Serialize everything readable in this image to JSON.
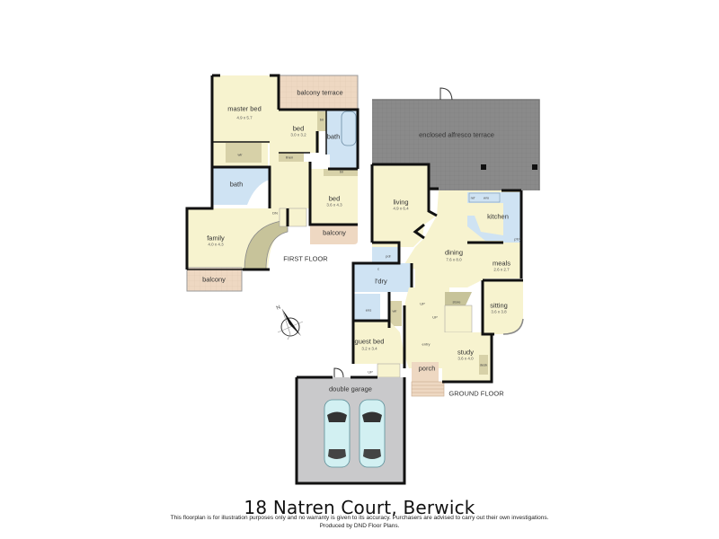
{
  "title": "18 Natren Court, Berwick",
  "disclaimer": {
    "line1": "This floorplan is for illustration purposes only and no warranty is given to its accuracy. Purchasers are advised to carry out their own investigations.",
    "line2": "Produced by DND Floor Plans."
  },
  "colors": {
    "room": "#f7f3cf",
    "wet": "#cfe3f3",
    "balcony": "#eed8c2",
    "terrace": "#8a8a8a",
    "garage": "#c9c9cb",
    "storage": "#d7d1a8",
    "wall": "#111111"
  },
  "first_floor": {
    "label": "FIRST FLOOR",
    "rooms": {
      "master_bed": {
        "name": "master bed",
        "dims": "4.9 x 5.7"
      },
      "balcony_terrace": {
        "name": "balcony terrace"
      },
      "bed1": {
        "name": "bed",
        "dims": "3.0 x 3.2"
      },
      "bath1": {
        "name": "bath"
      },
      "bir1": {
        "name": "bir"
      },
      "wir": {
        "name": "wir"
      },
      "linen": {
        "name": "linen"
      },
      "bath2": {
        "name": "bath"
      },
      "bir2": {
        "name": "bir"
      },
      "bed2": {
        "name": "bed",
        "dims": "3.6 x 4.3"
      },
      "dn": {
        "name": "DN"
      },
      "family": {
        "name": "family",
        "dims": "4.0 x 4.3"
      },
      "balcony1": {
        "name": "balcony"
      },
      "balcony2": {
        "name": "balcony"
      }
    }
  },
  "ground_floor": {
    "label": "GROUND FLOOR",
    "rooms": {
      "alfresco": {
        "name": "enclosed alfresco terrace"
      },
      "living": {
        "name": "living",
        "dims": "4.9 x 6.4"
      },
      "kitchen": {
        "name": "kitchen"
      },
      "ref": {
        "name": "ref"
      },
      "wo": {
        "name": "w/o"
      },
      "pantry": {
        "name": "p'try"
      },
      "dining": {
        "name": "dining",
        "dims": "7.6 x 8.0"
      },
      "meals": {
        "name": "meals",
        "dims": "2.6 x 2.7"
      },
      "pdr": {
        "name": "pdr"
      },
      "ldry": {
        "name": "l'dry"
      },
      "c": {
        "name": "c"
      },
      "ens": {
        "name": "ens"
      },
      "wir": {
        "name": "wir"
      },
      "store": {
        "name": "store"
      },
      "sitting": {
        "name": "sitting",
        "dims": "3.6 x 3.8"
      },
      "up1": {
        "name": "UP"
      },
      "up2": {
        "name": "UP"
      },
      "up3": {
        "name": "UP"
      },
      "guest_bed": {
        "name": "guest bed",
        "dims": "3.2 x 3.4"
      },
      "entry": {
        "name": "entry"
      },
      "study": {
        "name": "study",
        "dims": "3.6 x 4.0"
      },
      "desk": {
        "name": "desk"
      },
      "porch": {
        "name": "porch"
      },
      "garage": {
        "name": "double garage"
      }
    }
  },
  "compass": {
    "north": "N"
  }
}
